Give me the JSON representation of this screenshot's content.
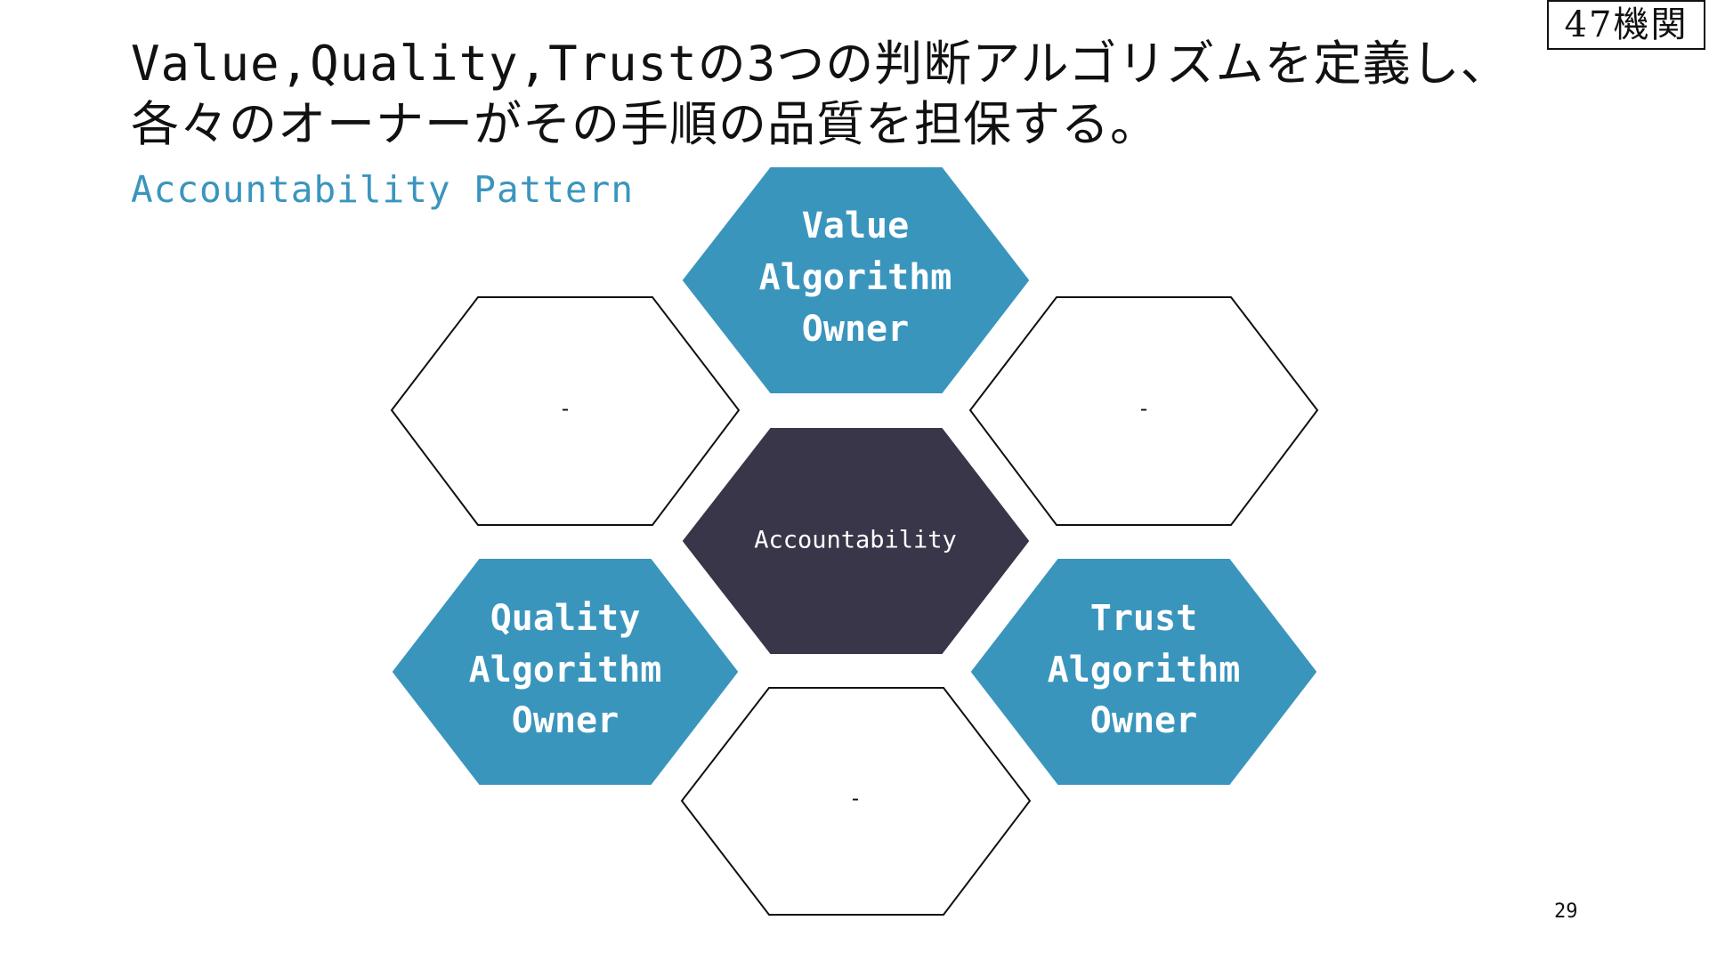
{
  "title": {
    "line1": "Value,Quality,Trustの3つの判断アルゴリズムを定義し、",
    "line2": "各々のオーナーがその手順の品質を担保する。"
  },
  "subtitle": "Accountability Pattern",
  "logo": {
    "text": "47機関"
  },
  "page_number": "29",
  "colors": {
    "teal": "#3a95bd",
    "dark": "#383648",
    "outline": "#111111",
    "subtitle": "#3a95bd"
  },
  "diagram": {
    "center": {
      "label": "Accountability"
    },
    "top": {
      "lines": [
        "Value",
        "Algorithm",
        "Owner"
      ]
    },
    "bottom_left": {
      "lines": [
        "Quality",
        "Algorithm",
        "Owner"
      ]
    },
    "bottom_right": {
      "lines": [
        "Trust",
        "Algorithm",
        "Owner"
      ]
    },
    "upper_left": {
      "label": "-"
    },
    "upper_right": {
      "label": "-"
    },
    "bottom": {
      "label": "-"
    }
  }
}
